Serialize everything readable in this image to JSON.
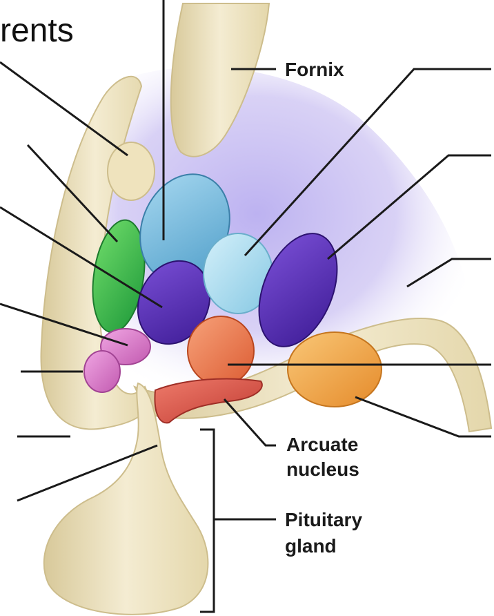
{
  "partial_heading": "rents",
  "labels": {
    "fornix": "Fornix",
    "arcuate_line1": "Arcuate",
    "arcuate_line2": "nucleus",
    "pituitary_line1": "Pituitary",
    "pituitary_line2": "gland"
  },
  "colors": {
    "tissue": "#efe6c6",
    "tissue_shade": "#d9cb9c",
    "purple_haze": "#c9c0ee",
    "green_nucleus": "#3cbf4c",
    "light_blue_nucleus": "#7dbfe0",
    "pale_cyan_nucleus": "#a8dcef",
    "violet_nucleus": "#5b2fb5",
    "pink_nucleus": "#d978c9",
    "orange_nucleus": "#ef7a4c",
    "gold_nucleus": "#f2a94a",
    "red_nucleus": "#d8574a"
  }
}
